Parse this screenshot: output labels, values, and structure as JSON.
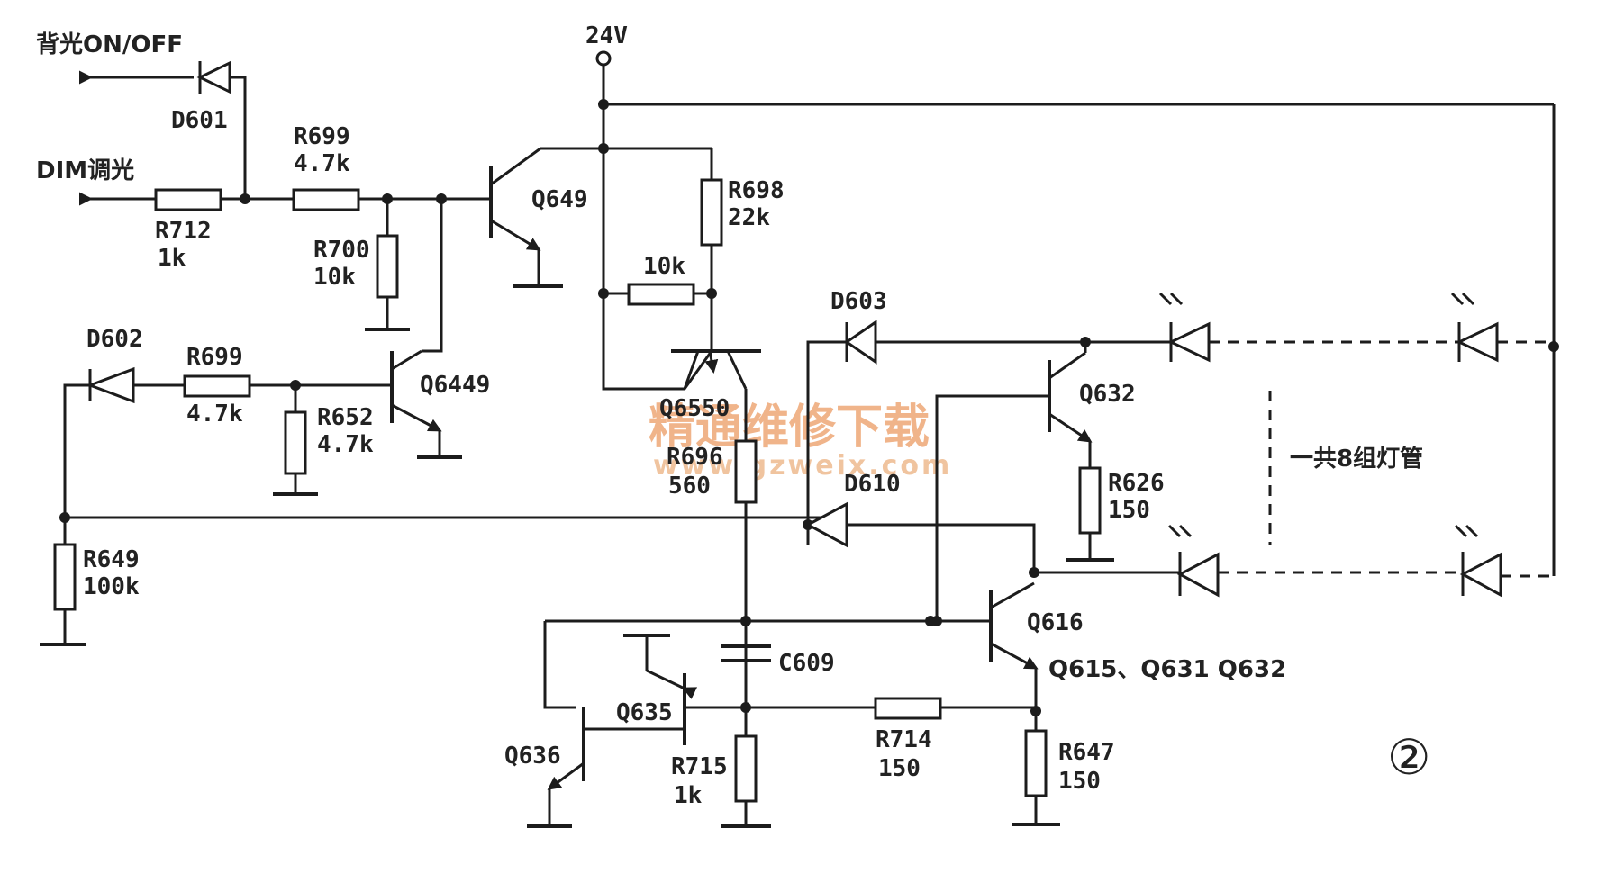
{
  "labels": {
    "supply": "24V",
    "backlight_onoff": "背光ON/OFF",
    "dim": "DIM调光",
    "d601": "D601",
    "d602": "D602",
    "d603": "D603",
    "d610": "D610",
    "r699a_name": "R699",
    "r699a_val": "4.7k",
    "r699b_name": "R699",
    "r699b_val": "4.7k",
    "r712_name": "R712",
    "r712_val": "1k",
    "r700_name": "R700",
    "r700_val": "10k",
    "r698_name": "R698",
    "r698_val": "22k",
    "r10k_val": "10k",
    "r652_name": "R652",
    "r652_val": "4.7k",
    "r696_name": "R696",
    "r696_val": "560",
    "r649_name": "R649",
    "r649_val": "100k",
    "r626_name": "R626",
    "r626_val": "150",
    "r715_name": "R715",
    "r715_val": "1k",
    "r714_name": "R714",
    "r714_val": "150",
    "r647_name": "R647",
    "r647_val": "150",
    "c609": "C609",
    "q649": "Q649",
    "q6449": "Q6449",
    "q6550": "Q6550",
    "q632": "Q632",
    "q616": "Q616",
    "q616_note": "Q615、Q631 Q632",
    "q635": "Q635",
    "q636": "Q636",
    "lamp_group": "一共8组灯管",
    "figure_no": "②"
  },
  "watermark": {
    "title": "精通维修下载",
    "url": "www.gzweix.com"
  },
  "colors": {
    "ink": "#1c1c1c",
    "watermark": "#f0b48a"
  }
}
